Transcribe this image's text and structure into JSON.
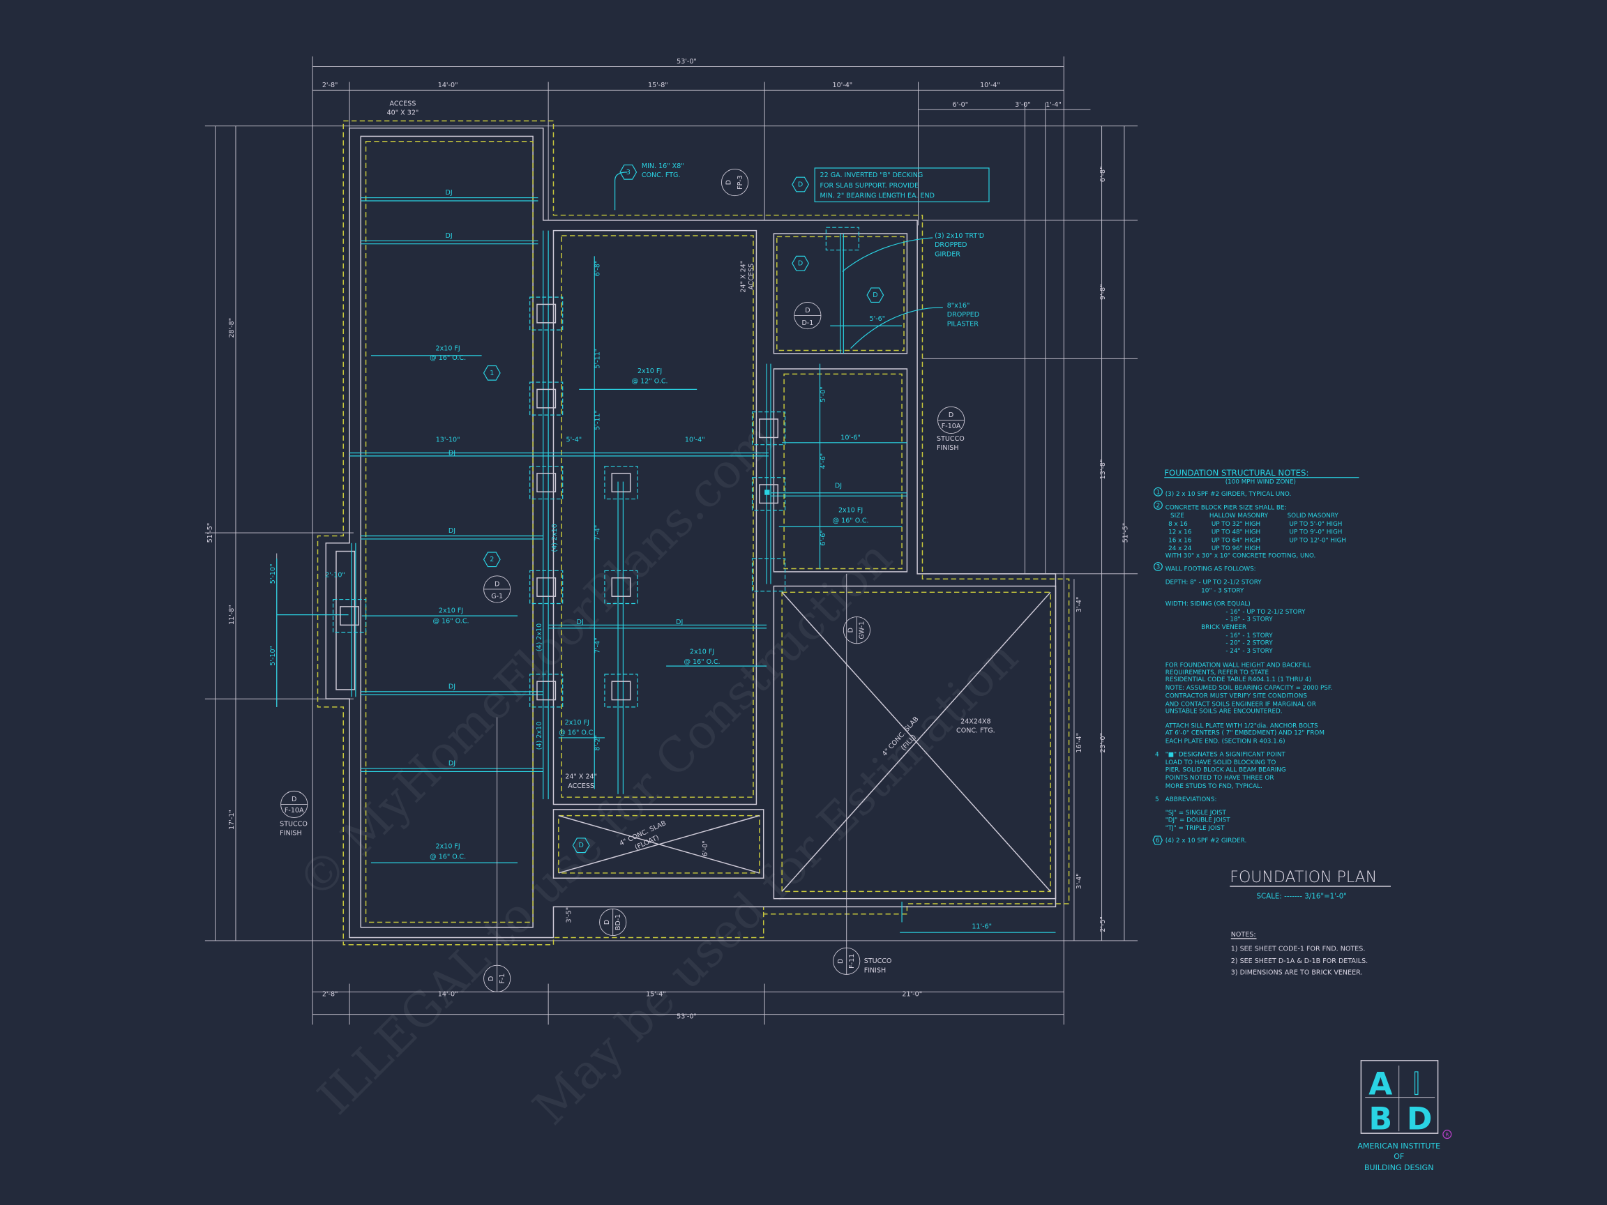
{
  "title": "FOUNDATION PLAN",
  "scale": "SCALE: ------- 3/16\"=1'-0\"",
  "dims": {
    "top_total": "53'-0\"",
    "top": [
      "2'-8\"",
      "14'-0\"",
      "15'-8\"",
      "10'-4\"",
      "10'-4\""
    ],
    "top_sub": [
      "6'-0\"",
      "3'-0\"",
      "1'-4\""
    ],
    "bottom": [
      "2'-8\"",
      "14'-0\"",
      "15'-4\"",
      "21'-0\""
    ],
    "bottom_total": "53'-0\"",
    "left": [
      "28'-8\"",
      "51'-5\"",
      "11'-8\"",
      "17'-1\""
    ],
    "right": [
      "6'-8\"",
      "9'-8\"",
      "13'-8\"",
      "51'-5\"",
      "3'-4\"",
      "16'-4\"",
      "23'-0\"",
      "3'-4\"",
      "2'-5\""
    ]
  },
  "plan_labels": {
    "access_1": "ACCESS",
    "access_1_size": "40\" X 32\"",
    "dj": "DJ",
    "fj_16": "2x10 FJ",
    "oc_16": "@ 16\" O.C.",
    "oc_12": "@ 12\" O.C.",
    "dim_13_10": "13'-10\"",
    "dim_5_4": "5'-4\"",
    "dim_10_4": "10'-4\"",
    "dim_10_6": "10'-6\"",
    "dim_6_8": "6'-8\"",
    "dim_5_11": "5'-11\"",
    "dim_7_4": "7'-4\"",
    "dim_8_2": "8'-2\"",
    "dim_5_0": "5'-0\"",
    "dim_4_6": "4'-6\"",
    "dim_6_6": "6'-6\"",
    "dim_5_10": "5'-10\"",
    "dim_2_10": "2'-10\"",
    "dim_5_6": "5'-6\"",
    "dim_11_6": "11'-6\"",
    "dim_3_5": "3'-5\"",
    "dim_6_0": "6'-0\"",
    "girder_4": "(4) 2x10",
    "access_2": "24\" X 24\"",
    "access_2_label": "ACCESS",
    "access_3": "24\" X 24\" ACCESS",
    "slab_float": "4\" CONC. SLAB",
    "slab_float_2": "(FLOAT)",
    "slab_fill": "4\" CONC. SLAB",
    "slab_fill_2": "(FILL)",
    "ftg_1": "24X24X8",
    "ftg_2": "CONC. FTG.",
    "min_ftg_1": "MIN. 16\" X8\"",
    "min_ftg_2": "CONC. FTG.",
    "decking": [
      "22 GA. INVERTED \"B\" DECKING",
      "FOR SLAB SUPPORT. PROVIDE",
      "MIN. 2\" BEARING LENGTH EA. END"
    ],
    "girder_note": [
      "(3) 2x10 TRT'D",
      "DROPPED",
      "GIRDER"
    ],
    "pilaster_note": [
      "8\"x16\"",
      "DROPPED",
      "PILASTER"
    ],
    "stucco": "STUCCO",
    "finish": "FINISH"
  },
  "tags": {
    "one": "1",
    "two": "2",
    "three": "3",
    "d": "D"
  },
  "callouts": {
    "d": "D",
    "fp3": "FP-3",
    "d1": "D-1",
    "f10a": "F-10A",
    "g1": "G-1",
    "gw1": "GW-1",
    "bd1": "BD-1",
    "f1": "F-1",
    "f11": "F-11"
  },
  "structural_notes": {
    "heading": "FOUNDATION STRUCTURAL NOTES:",
    "subheading": "(100 MPH WIND ZONE)",
    "n1": "(3) 2 x 10 SPF #2 GIRDER, TYPICAL UNO.",
    "n2": "CONCRETE BLOCK PIER SIZE SHALL BE:",
    "table_header": [
      "SIZE",
      "HALLOW MASONRY",
      "SOLID MASONRY"
    ],
    "table_rows": [
      [
        "8 x 16",
        "UP TO 32\" HIGH",
        "UP TO 5'-0\" HIGH"
      ],
      [
        "12 x 16",
        "UP TO 48\" HIGH",
        "UP TO 9'-0\" HIGH"
      ],
      [
        "16 x 16",
        "UP TO 64\" HIGH",
        "UP TO 12'-0\" HIGH"
      ],
      [
        "24 x 24",
        "UP TO 96\" HIGH",
        ""
      ]
    ],
    "n2_footing": "WITH 30\" x 30\" x 10\" CONCRETE FOOTING, UNO.",
    "n3": "WALL FOOTING AS FOLLOWS:",
    "n3_lines": [
      "DEPTH:  8\" - UP TO 2-1/2 STORY",
      "10\" - 3 STORY",
      "WIDTH:  SIDING (OR EQUAL)",
      "- 16\" - UP TO 2-1/2 STORY",
      "- 18\" - 3 STORY",
      "BRICK VENEER",
      "- 16\" - 1 STORY",
      "- 20\" - 2 STORY",
      "- 24\" - 3 STORY"
    ],
    "para": [
      "FOR FOUNDATION WALL HEIGHT AND BACKFILL",
      "REQUIREMENTS, REFER TO STATE",
      "RESIDENTIAL CODE TABLE R404.1.1 (1 THRU 4)",
      "NOTE: ASSUMED SOIL BEARING CAPACITY = 2000 PSF.",
      "CONTRACTOR MUST VERIFY SITE CONDITIONS",
      "AND CONTACT SOILS ENGINEER IF MARGINAL OR",
      "UNSTABLE SOILS ARE ENCOUNTERED."
    ],
    "attach": [
      "ATTACH SILL PLATE WITH 1/2\"dia. ANCHOR BOLTS",
      "AT 6'-0\" CENTERS ( 7\" EMBEDMENT) AND 12\" FROM",
      "EACH PLATE END. (SECTION R 403.1.6)"
    ],
    "n4_num": "4",
    "n4": [
      "\"■\" DESIGNATES A SIGNIFICANT POINT",
      "LOAD TO HAVE SOLID BLOCKING TO",
      "PIER. SOLID BLOCK ALL BEAM BEARING",
      "POINTS NOTED TO HAVE THREE OR",
      "MORE STUDS TO FND, TYPICAL."
    ],
    "n5_num": "5",
    "n5": "ABBREVIATIONS:",
    "abbr": [
      "\"SJ\" = SINGLE JOIST",
      "\"DJ\" = DOUBLE JOIST",
      "\"TJ\" = TRIPLE JOIST"
    ],
    "n6_num": "6",
    "n6": "(4) 2 x 10 SPF #2 GIRDER."
  },
  "sheet_notes": {
    "heading": "NOTES:",
    "items": [
      "1)  SEE SHEET CODE-1 FOR FND. NOTES.",
      "2)  SEE SHEET D-1A & D-1B FOR DETAILS.",
      "3)  DIMENSIONS ARE TO BRICK VENEER."
    ]
  },
  "logo": {
    "letters": [
      "A",
      "I",
      "B",
      "D"
    ],
    "name": [
      "AMERICAN INSTITUTE",
      "OF",
      "BUILDING DESIGN"
    ],
    "registered": "R"
  },
  "watermark": [
    "© MyHomeFloorPlans.com",
    "ILLEGAL to use for Construction",
    "May be used for Estimation"
  ],
  "colors": {
    "background": "#232a3b",
    "cyan": "#2ad4e4",
    "yellow": "#c9c93c",
    "line": "#cfcbd8"
  }
}
